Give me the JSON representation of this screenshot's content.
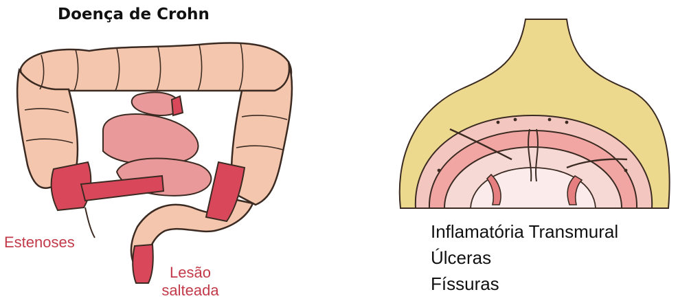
{
  "title": "Doença de Crohn",
  "labels": {
    "stenoses": "Estenoses",
    "skip_lesion_line1": "Lesão",
    "skip_lesion_line2": "salteada"
  },
  "features": [
    "Inflamatória Transmural",
    "Úlceras",
    "Físsuras"
  ],
  "colors": {
    "bowel": "#f4c6ad",
    "bowel_outline": "#3a2a22",
    "small_intestine": "#e9999a",
    "inflamed": "#d8485a",
    "fat": "#ecd98e",
    "mucosa": "#f1a6a3",
    "label_red": "#c23a4a"
  }
}
